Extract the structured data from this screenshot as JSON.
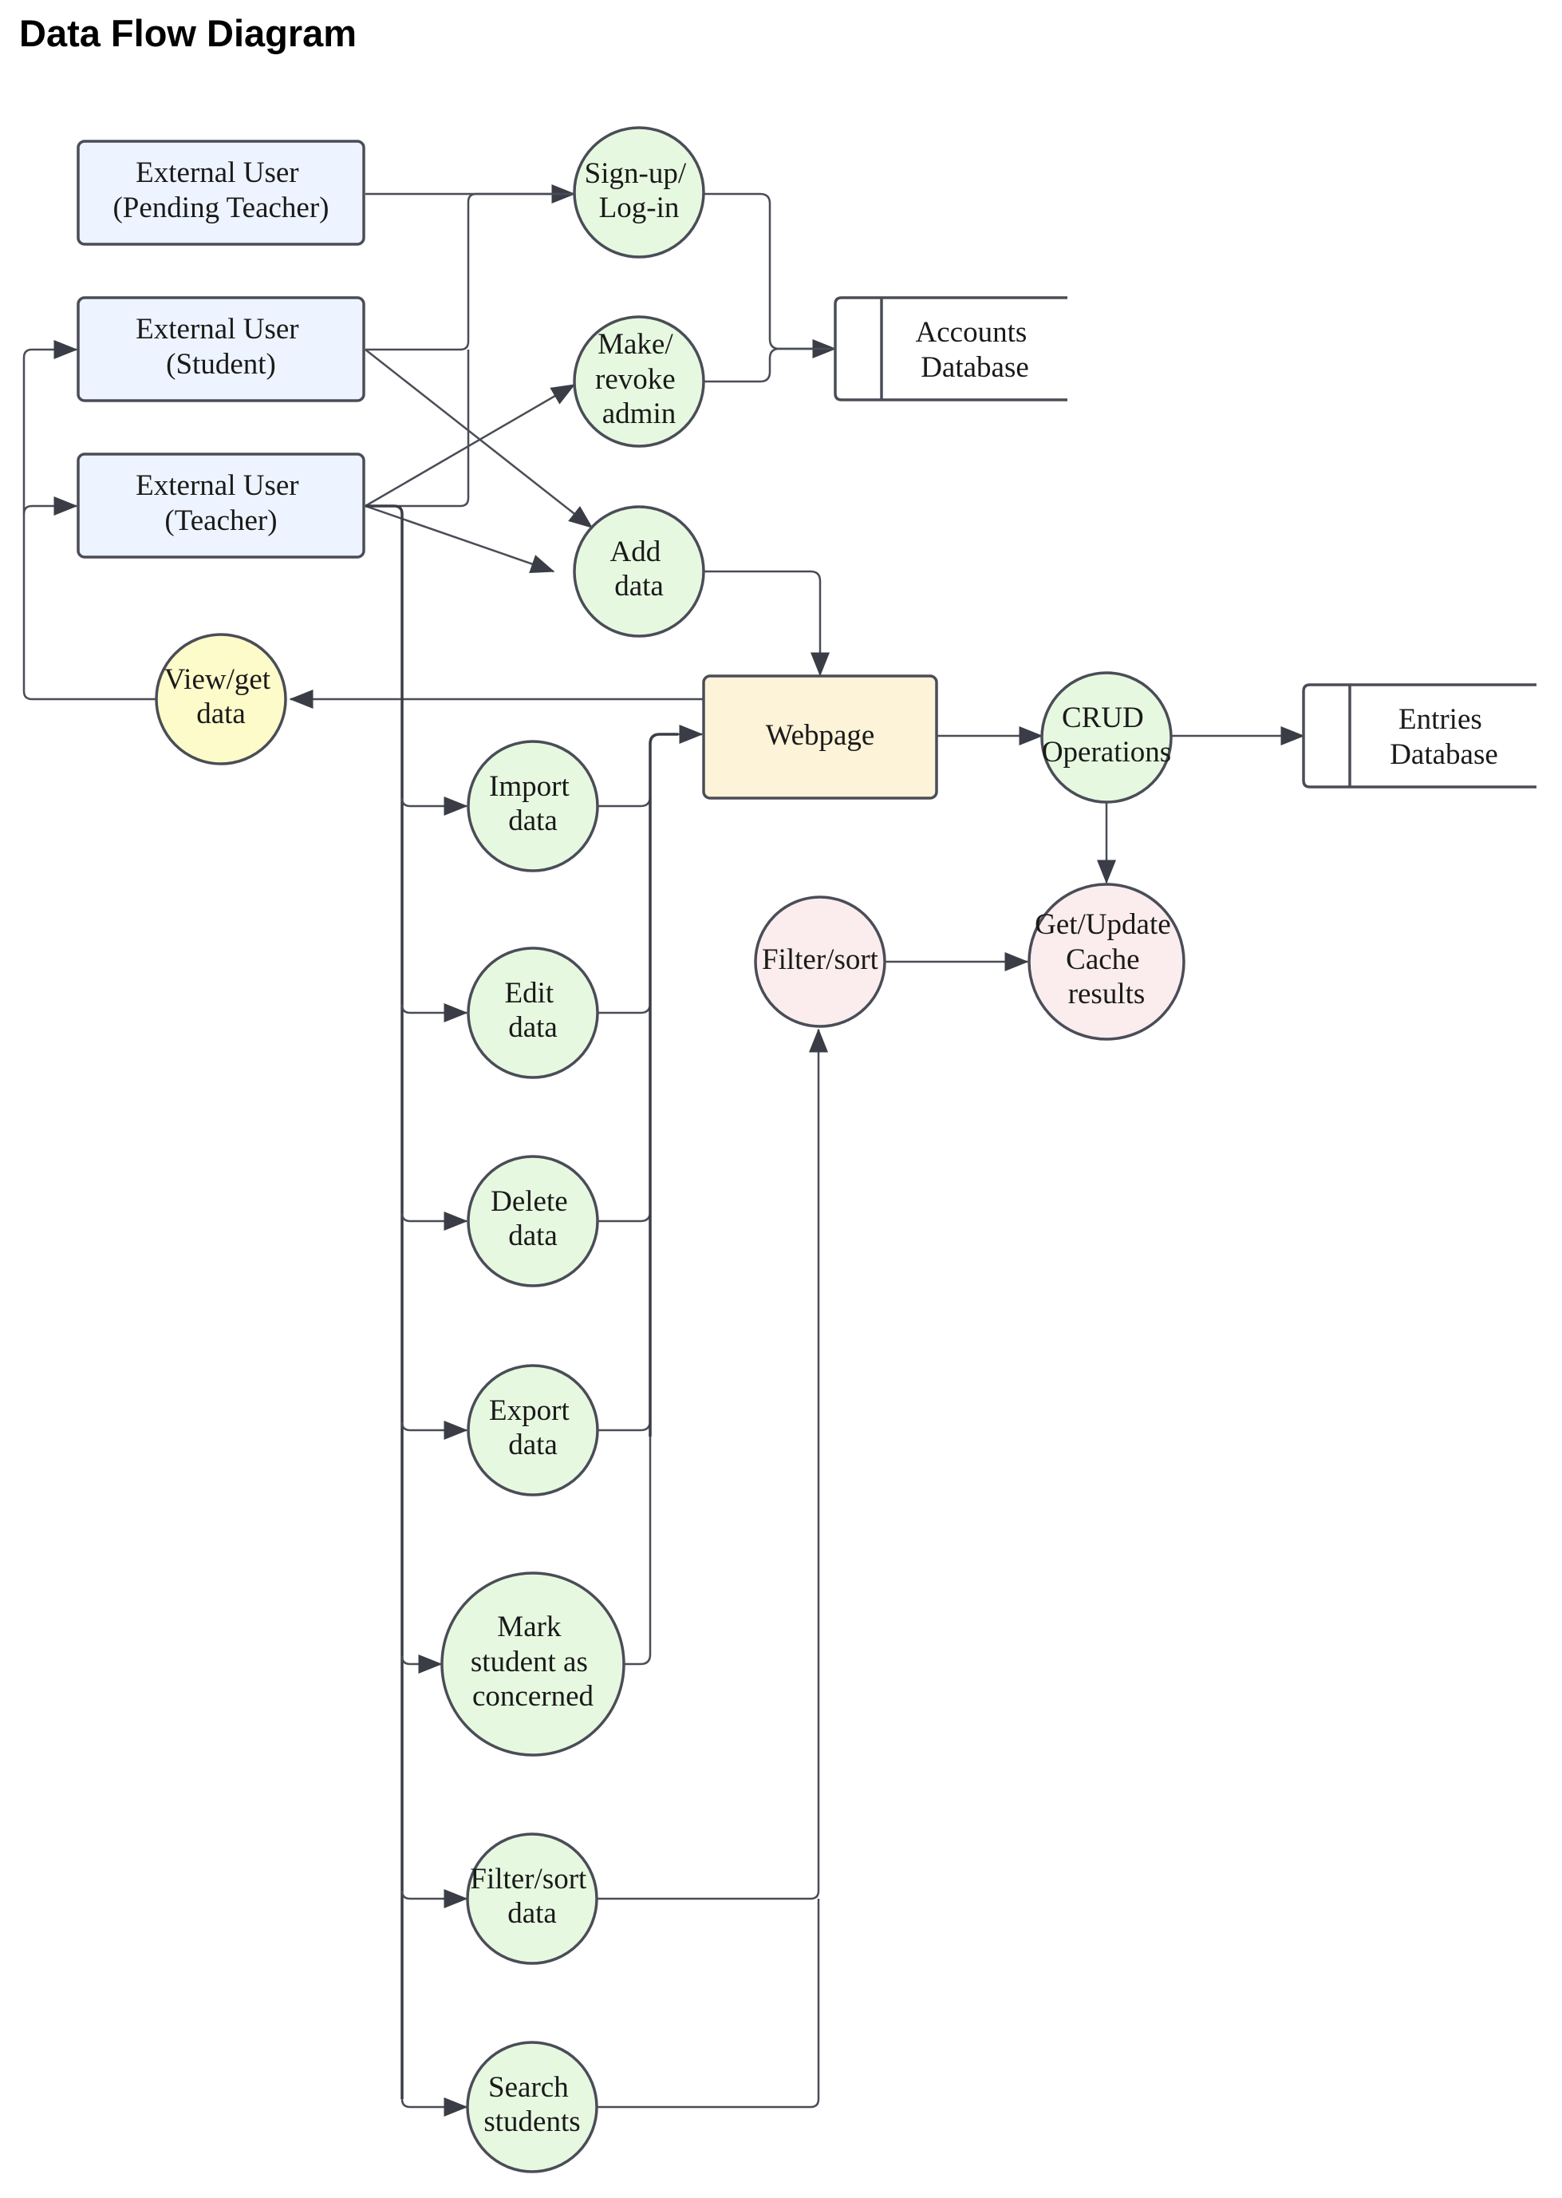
{
  "title": "Data Flow Diagram",
  "colors": {
    "entity": "#edf4ff",
    "process": "#e7f8e1",
    "output": "#fdfbc9",
    "webpage": "#fdf3d9",
    "cache": "#fbeced",
    "stroke": "#4a4d57"
  },
  "nodes": {
    "pending_teacher": [
      "External User",
      "(Pending Teacher)"
    ],
    "student": [
      "External User",
      "(Student)"
    ],
    "teacher": [
      "External User",
      "(Teacher)"
    ],
    "signup": [
      "Sign-up/",
      "Log-in"
    ],
    "make_admin": [
      "Make/",
      "revoke",
      "admin"
    ],
    "accounts_db": [
      "Accounts",
      "Database"
    ],
    "add_data": [
      "Add",
      "data"
    ],
    "view_get": [
      "View/get",
      "data"
    ],
    "webpage": [
      "Webpage"
    ],
    "crud": [
      "CRUD",
      "Operations"
    ],
    "entries_db": [
      "Entries",
      "Database"
    ],
    "import": [
      "Import",
      "data"
    ],
    "edit": [
      "Edit",
      "data"
    ],
    "delete": [
      "Delete",
      "data"
    ],
    "export": [
      "Export",
      "data"
    ],
    "mark": [
      "Mark",
      "student as",
      "concerned"
    ],
    "filter_sort_data": [
      "Filter/sort",
      "data"
    ],
    "search": [
      "Search",
      "students"
    ],
    "filter_sort": [
      "Filter/sort"
    ],
    "cache": [
      "Get/Update",
      "Cache",
      "results"
    ]
  }
}
